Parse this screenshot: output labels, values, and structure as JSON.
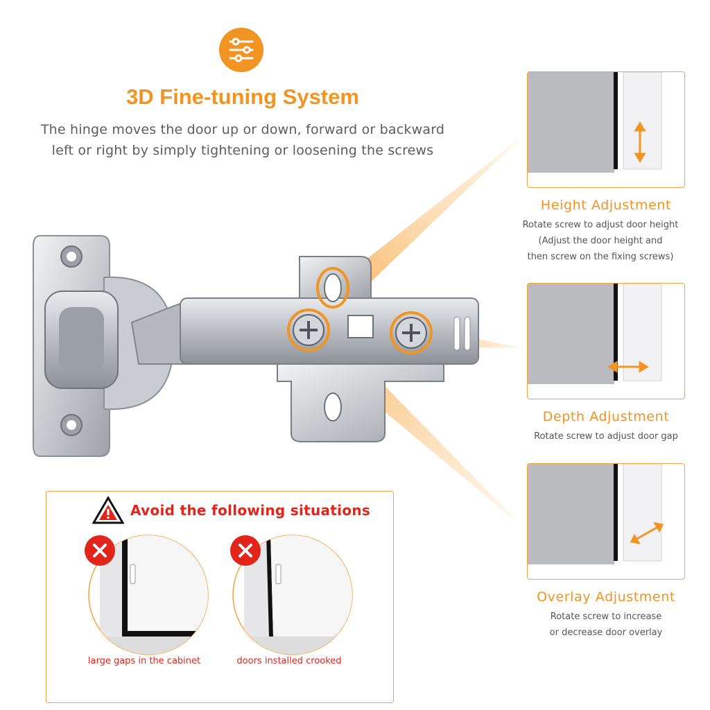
{
  "header": {
    "icon": "sliders-icon",
    "title": "3D Fine-tuning System",
    "subtitle_line1": "The hinge moves the door up or down, forward or backward",
    "subtitle_line2": "left or right by simply tightening or loosening the screws"
  },
  "adjustments": [
    {
      "title": "Height Adjustment",
      "description": "Rotate screw to adjust door height\n(Adjust the door height and\nthen screw on the fixing screws)",
      "arrow": "vertical-double-arrow-icon"
    },
    {
      "title": "Depth Adjustment",
      "description": "Rotate screw to adjust door gap",
      "arrow": "horizontal-double-arrow-icon"
    },
    {
      "title": "Overlay Adjustment",
      "description": "Rotate screw to increase\nor decrease door overlay",
      "arrow": "diagonal-double-arrow-icon"
    }
  ],
  "warning": {
    "icon": "warning-triangle-icon",
    "title": "Avoid the following situations",
    "cases": [
      {
        "caption": "large gaps in the cabinet",
        "icon": "cross-icon"
      },
      {
        "caption": "doors installed crooked",
        "icon": "cross-icon"
      }
    ]
  },
  "colors": {
    "accent": "#f29423",
    "warning": "#e1251b",
    "text": "#555555"
  }
}
